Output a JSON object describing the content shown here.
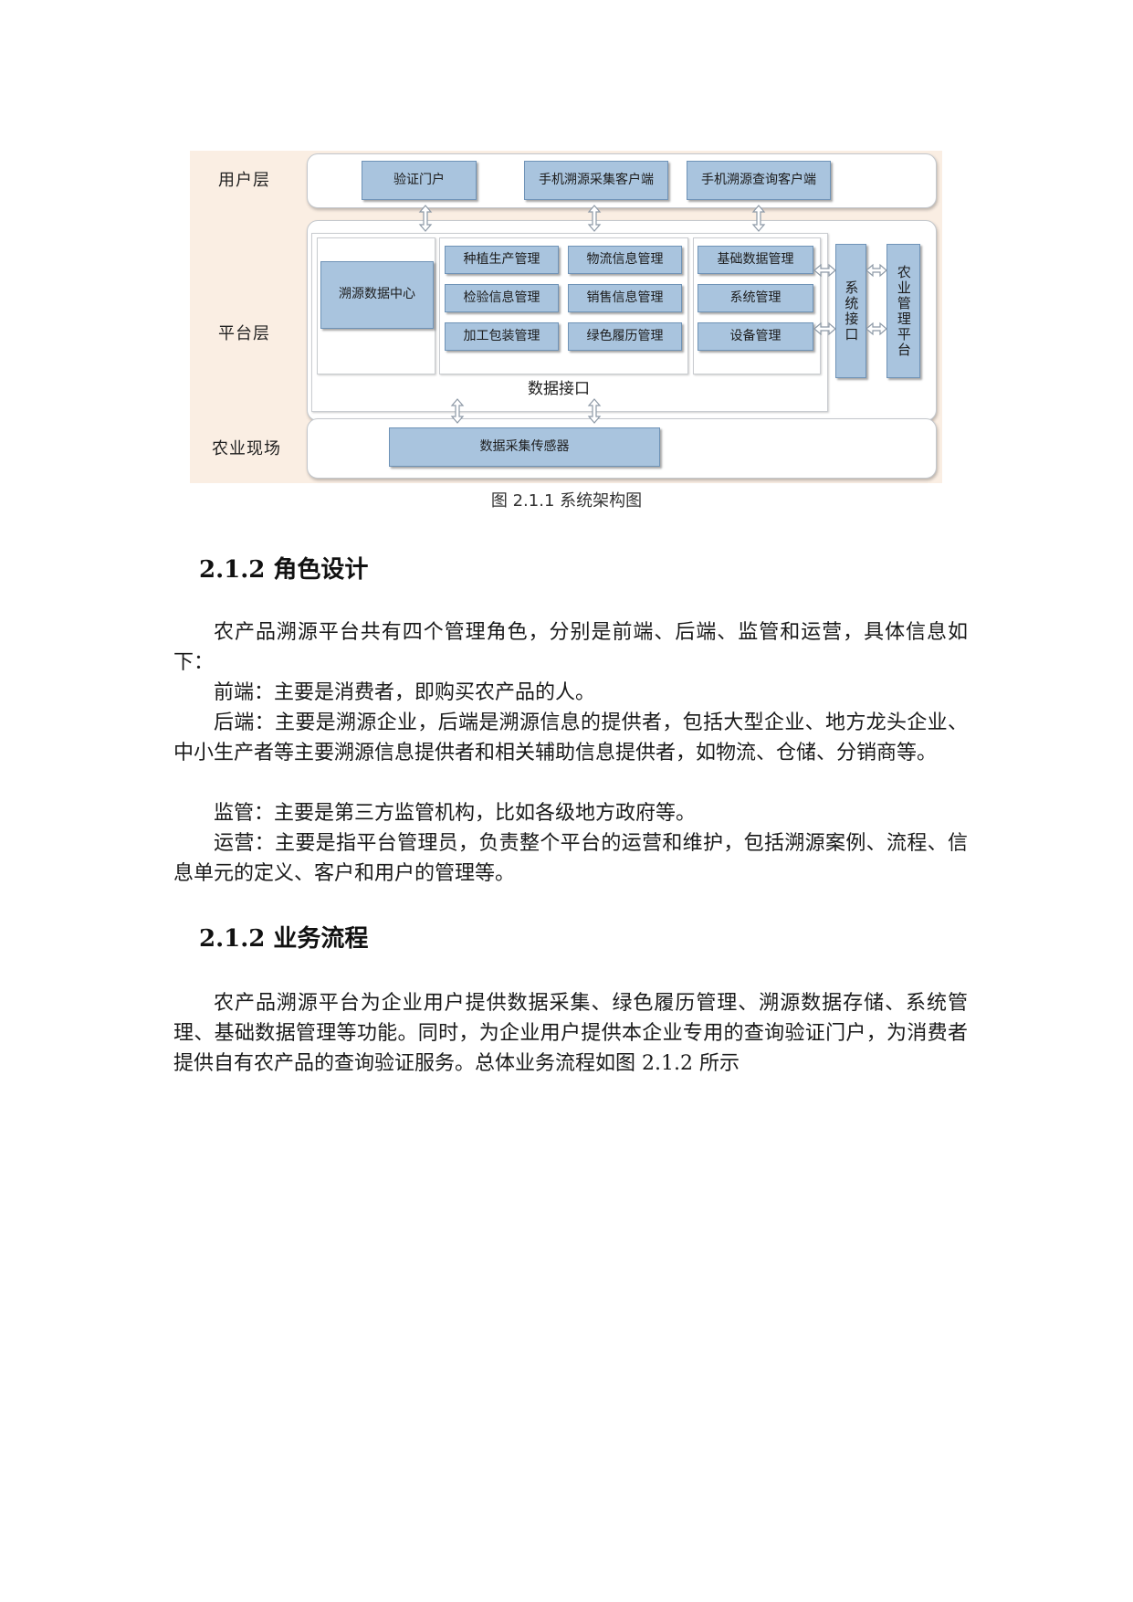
{
  "figure": {
    "layers": {
      "user": "用户层",
      "platform": "平台层",
      "field": "农业现场"
    },
    "user_boxes": [
      "验证门户",
      "手机溯源采集客户端",
      "手机溯源查询客户端"
    ],
    "platform": {
      "data_center": "溯源数据中心",
      "middle_boxes": [
        "种植生产管理",
        "物流信息管理",
        "检验信息管理",
        "销售信息管理",
        "加工包装管理",
        "绿色履历管理"
      ],
      "right_boxes": [
        "基础数据管理",
        "系统管理",
        "设备管理"
      ],
      "data_interface": "数据接口",
      "system_interface": "系统接口",
      "agri_platform": "农业管理平台"
    },
    "field_box": "数据采集传感器",
    "caption": "图 2.1.1 系统架构图",
    "colors": {
      "box_fill": "#a9c4de",
      "background": "#faeee3"
    }
  },
  "sections": [
    {
      "heading": "2.1.2 角色设计",
      "paragraphs": [
        "农产品溯源平台共有四个管理角色，分别是前端、后端、监管和运营，具体信息如下：",
        "前端：主要是消费者，即购买农产品的人。",
        "后端：主要是溯源企业，后端是溯源信息的提供者，包括大型企业、地方龙头企业、中小生产者等主要溯源信息提供者和相关辅助信息提供者，如物流、仓储、分销商等。",
        "监管：主要是第三方监管机构，比如各级地方政府等。",
        "运营：主要是指平台管理员，负责整个平台的运营和维护，包括溯源案例、流程、信息单元的定义、客户和用户的管理等。"
      ]
    },
    {
      "heading": "2.1.2 业务流程",
      "paragraphs": [
        "农产品溯源平台为企业用户提供数据采集、绿色履历管理、溯源数据存储、系统管理、基础数据管理等功能。同时，为企业用户提供本企业专用的查询验证门户，为消费者提供自有农产品的查询验证服务。总体业务流程如图 2.1.2 所示"
      ]
    }
  ]
}
